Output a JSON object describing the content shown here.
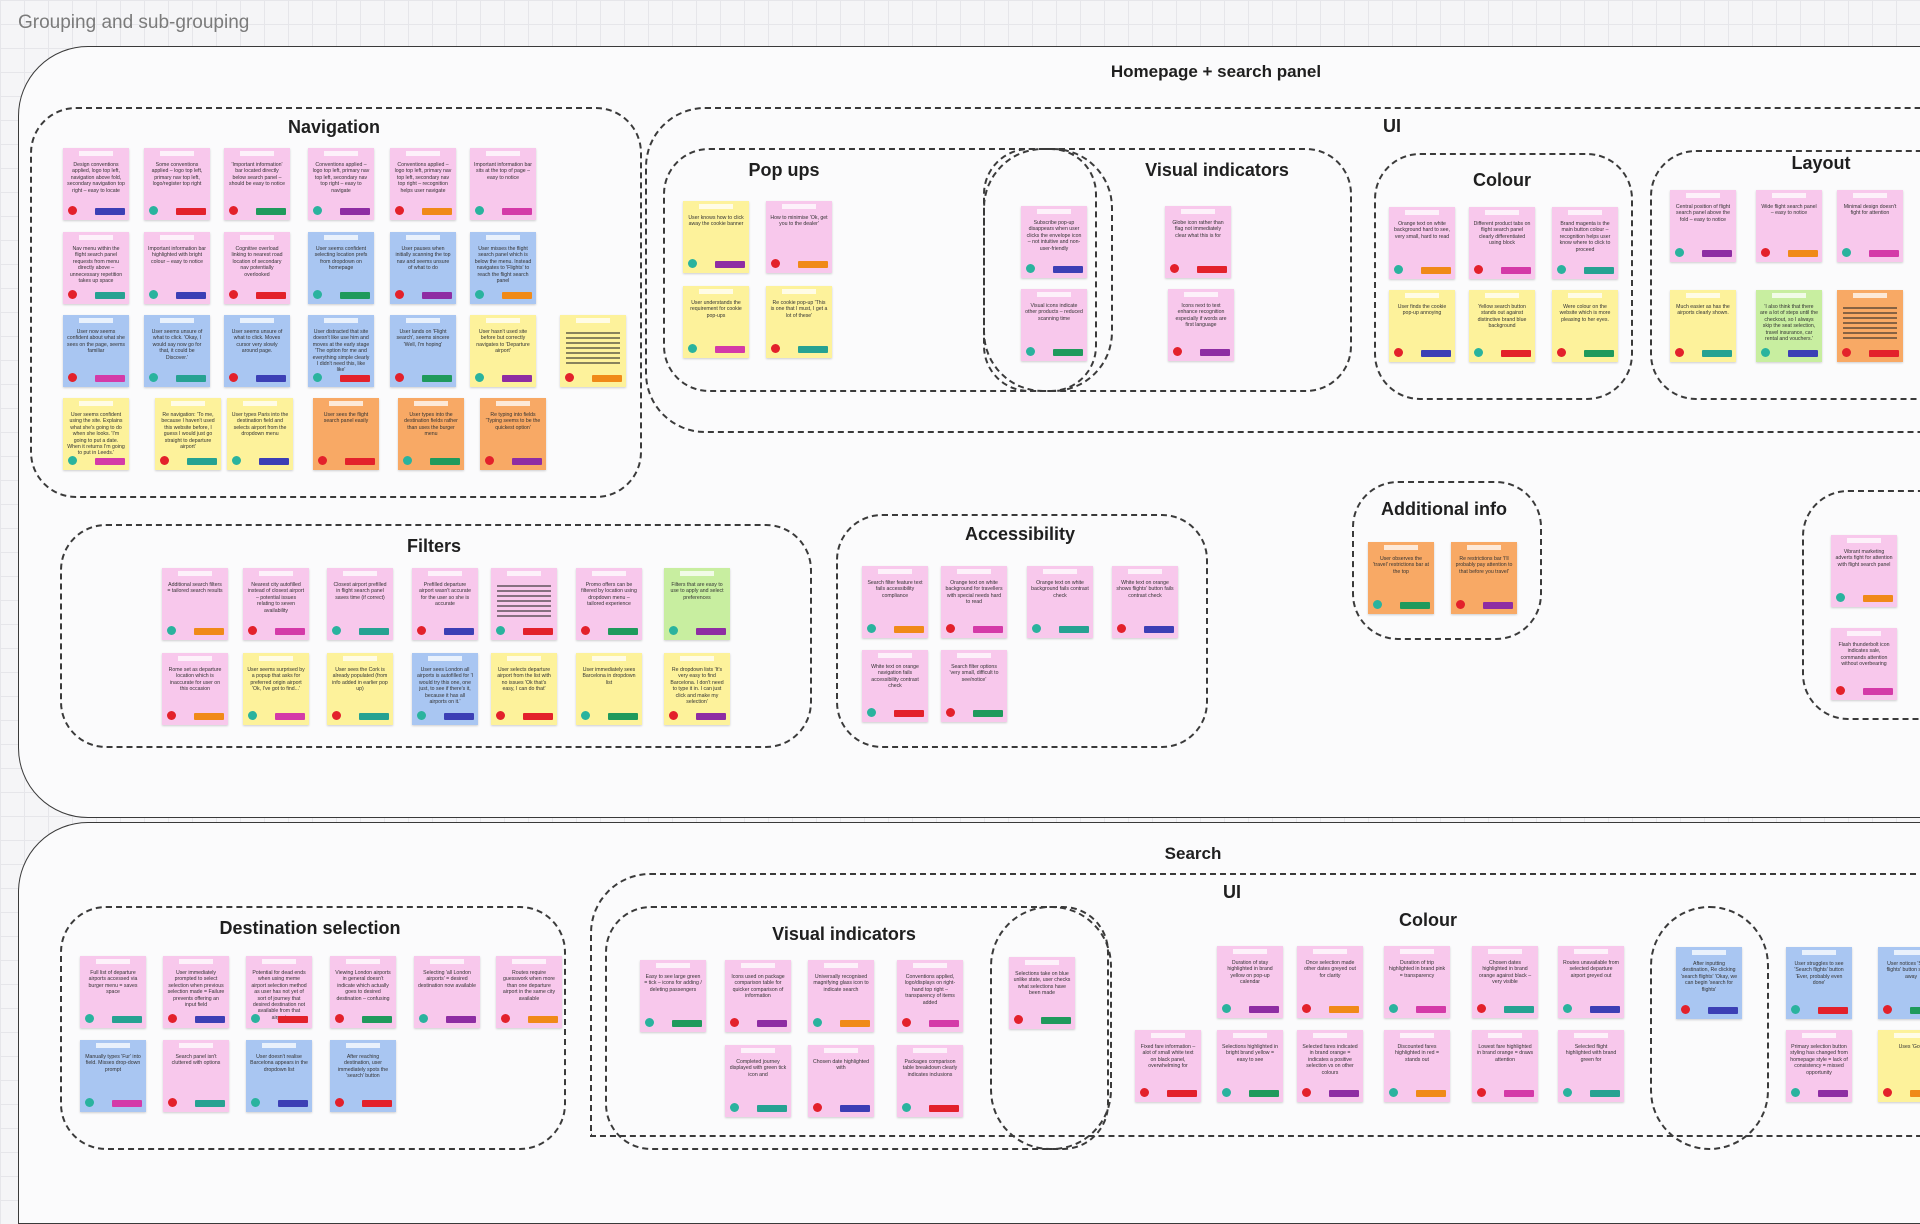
{
  "page": {
    "title": "Grouping and sub-grouping"
  },
  "sections": {
    "homepage": {
      "title": "Homepage + search panel",
      "navigation": "Navigation",
      "ui": "UI",
      "popups": "Pop ups",
      "visual_indicators": "Visual indicators",
      "colour": "Colour",
      "layout": "Layout",
      "filters": "Filters",
      "accessibility": "Accessibility",
      "additional_info": "Additional info"
    },
    "search": {
      "title": "Search",
      "ui": "UI",
      "destination_selection": "Destination selection",
      "visual_indicators": "Visual indicators",
      "colour": "Colour"
    }
  },
  "notes": {
    "nav": [
      {
        "color": "pink",
        "text": "Design conventions applied, logo top left, navigation above fold, secondary navigation top right – easy to locate"
      },
      {
        "color": "pink",
        "text": "Some conventions applied – logo top left, primary nav top left, logo/register top right"
      },
      {
        "color": "pink",
        "text": "'Important information' bar located directly below search panel – should be easy to notice"
      },
      {
        "color": "pink",
        "text": "Conventions applied – logo top left, primary nav top left, secondary nav top right – easy to navigate"
      },
      {
        "color": "pink",
        "text": "Conventions applied – logo top left, primary nav top left, secondary nav top right – recognition helps user navigate"
      },
      {
        "color": "pink",
        "text": "Important information bar sits at the top of page – easy to notice"
      },
      {
        "color": "pink",
        "text": "Nav menu within the flight search panel requests from menu directly above – unnecessary repetition takes up space"
      },
      {
        "color": "pink",
        "text": "Important information bar highlighted with bright colour – easy to notice"
      },
      {
        "color": "pink",
        "text": "Cognitive overload linking to nearest road location of secondary nav potentially overlooked"
      },
      {
        "color": "blue",
        "text": "User seems confident selecting location prefs from dropdown on homepage"
      },
      {
        "color": "blue",
        "text": "User pauses when initially scanning the top nav and seems unsure of what to do"
      },
      {
        "color": "blue",
        "text": "User misses the flight search panel which is below the menu. Instead navigates to 'Flights' to reach the flight search panel"
      },
      {
        "color": "blue",
        "text": "User now seems confident about what she sees on the page, seems familiar"
      },
      {
        "color": "blue",
        "text": "User seems unsure of what to click. 'Okay, I would say now go for that, it could be Discover.'"
      },
      {
        "color": "blue",
        "text": "User seems unsure of what to click. Moves cursor very slowly around page."
      },
      {
        "color": "blue",
        "text": "User distracted that site doesn't like use him and moves at the early stage 'The option for me and everything simple clearly I didn't need this, like like'"
      },
      {
        "color": "blue",
        "text": "User lands on 'Flight search', seems sincere 'Well, I'm hoping'"
      },
      {
        "color": "yellow",
        "text": "User hasn't used site before but correctly navigates to 'Departure airport'"
      },
      {
        "color": "yellow",
        "text": ""
      },
      {
        "color": "yellow",
        "text": "User seems confident using the site. Explains what she's going to do when she looks. 'I'm going to put a date. When it returns I'm going to put in Leeds.'"
      },
      {
        "color": "yellow",
        "text": "Re navigation: 'To me, because I haven't used this website before, I guess I would just go straight to departure airport'"
      },
      {
        "color": "yellow",
        "text": "User types Paris into the destination field and selects airport from the dropdown menu"
      },
      {
        "color": "orange",
        "text": "User sees the flight search panel easily"
      },
      {
        "color": "orange",
        "text": "User types into the destination fields rather than uses the burger menu"
      },
      {
        "color": "orange",
        "text": "Re typing into fields 'Typing seems to be the quickest option'"
      }
    ],
    "filters": [
      {
        "color": "pink",
        "text": "Additional search filters = tailored search results"
      },
      {
        "color": "pink",
        "text": "Nearest city autofilled instead of closest airport – potential issues relating to seven availability"
      },
      {
        "color": "pink",
        "text": "Closest airport prefilled in flight search panel saves time (if correct)"
      },
      {
        "color": "pink",
        "text": "Prefilled departure airport wasn't accurate for the user so she is accurate"
      },
      {
        "color": "pink",
        "text": ""
      },
      {
        "color": "pink",
        "text": "Promo offers can be filtered by location using dropdown menu – tailored experience"
      },
      {
        "color": "green",
        "text": "Filters that are easy to use to apply and select preferences"
      },
      {
        "color": "pink",
        "text": "Rome set as departure location which is inaccurate for user on this occasion"
      },
      {
        "color": "yellow",
        "text": "User seems surprised by a popup that asks for preferred origin airport 'Ok, I've got to find...'"
      },
      {
        "color": "yellow",
        "text": "User sees the Cork is already populated (from info added in earlier pop up)"
      },
      {
        "color": "blue",
        "text": "User sees London all airports is autofilled for 'I would try this one, one just, to see if there's it, because it has all airports on it.'"
      },
      {
        "color": "yellow",
        "text": "User selects departure airport from the list with no issues 'Ok that's easy, I can do that'"
      },
      {
        "color": "yellow",
        "text": "User immediately sees Barcelona in dropdown list"
      },
      {
        "color": "yellow",
        "text": "Re dropdown lists 'It's very easy to find Barcelona. I don't need to type it in. I can just click and make my selection'"
      }
    ],
    "access": [
      {
        "color": "pink",
        "text": "Search filter feature text fails accessibility compliance"
      },
      {
        "color": "pink",
        "text": "Orange text on white background for travellers with special needs hard to read"
      },
      {
        "color": "pink",
        "text": "Orange text on white background fails contrast check"
      },
      {
        "color": "pink",
        "text": "White text on orange shows flights' button fails contrast check"
      },
      {
        "color": "pink",
        "text": "White text on orange navigation fails accessibility contrast check"
      },
      {
        "color": "pink",
        "text": "Search filter options 'very small, difficult to see/notice'"
      }
    ],
    "popups": [
      {
        "color": "yellow",
        "text": "User knows how to click away the cookie banner"
      },
      {
        "color": "pink",
        "text": "How to minimise 'Ok, get you to the dealer'"
      },
      {
        "color": "yellow",
        "text": "User understands the requirement for cookie pop-ups"
      },
      {
        "color": "yellow",
        "text": "Re cookie pop-up 'This is one that I must, I get a lot of these'"
      }
    ],
    "vis": [
      {
        "color": "pink",
        "text": "Subscribe pop-up disappears when user clicks the envelope icon – not intuitive and non-user-friendly"
      },
      {
        "color": "pink",
        "text": "Globe icon rather than flag not immediately clear what this is for"
      },
      {
        "color": "pink",
        "text": "Visual icons indicate other products – reduced scanning time"
      },
      {
        "color": "pink",
        "text": "Icons next to text enhance recognition especially if words are first language"
      }
    ],
    "colour": [
      {
        "color": "pink",
        "text": "Orange text on white background hard to see, very small, hard to read"
      },
      {
        "color": "pink",
        "text": "Different product tabs on flight search panel clearly differentiated using block"
      },
      {
        "color": "pink",
        "text": "Brand magenta is the main button colour – recognition helps user know where to click to proceed"
      },
      {
        "color": "yellow",
        "text": "User finds the cookie pop-up annoying"
      },
      {
        "color": "yellow",
        "text": "Yellow search button stands out against distinctive brand blue background"
      },
      {
        "color": "yellow",
        "text": "Were colour on the website which is more pleasing to her eyes."
      }
    ],
    "layout": [
      {
        "color": "pink",
        "text": "Central position of flight search panel above the fold – easy to notice"
      },
      {
        "color": "pink",
        "text": "Wide flight search panel – easy to notice"
      },
      {
        "color": "pink",
        "text": "Minimal design doesn't fight for attention"
      },
      {
        "color": "yellow",
        "text": "Much easier as has the airports clearly shown."
      },
      {
        "color": "green",
        "text": "'I also think that there are a lot of steps until the checkout, so I always skip the seat selection, travel insurance, car rental and vouchers.'"
      },
      {
        "color": "orange",
        "text": ""
      }
    ],
    "addinfo": [
      {
        "color": "orange",
        "text": "User observes the 'travel' restrictions bar at the top"
      },
      {
        "color": "orange",
        "text": "Re restrictions bar 'I'll probably pay attention to that before you travel'"
      }
    ],
    "right": [
      {
        "color": "pink",
        "text": "Vibrant marketing adverts fight for attention with flight search panel"
      },
      {
        "color": "pink",
        "text": "Flash thunderbolt icon indicates sale, commands attention without overbearing"
      }
    ],
    "dest": [
      {
        "color": "pink",
        "text": "Full list of departure airports accessed via burger menu = saves space"
      },
      {
        "color": "pink",
        "text": "User immediately prompted to select selection when previous selection made = Failure prevents offering an input field"
      },
      {
        "color": "pink",
        "text": "Potential for dead ends when using meme airport selection method as user has not yet of sort of journey that desired destination not available from that airport"
      },
      {
        "color": "pink",
        "text": "Viewing London airports in general doesn't indicate which actually goes to desired destination – confusing"
      },
      {
        "color": "pink",
        "text": "Selecting 'all London airports' = desired destination now available"
      },
      {
        "color": "pink",
        "text": "Routes require guesswork when more than one departure airport in the same city available"
      },
      {
        "color": "blue",
        "text": "Manually types 'Fur' into field. Misses drop-down prompt"
      },
      {
        "color": "pink",
        "text": "Search panel isn't cluttered with options"
      },
      {
        "color": "blue",
        "text": "User doesn't realise Barcelona appears in the dropdown list"
      },
      {
        "color": "blue",
        "text": "After reaching destination, user immediately spots the 'search' button"
      }
    ],
    "svis": [
      {
        "color": "pink",
        "text": "Easy to see large green = tick – icons for adding / deleting passengers"
      },
      {
        "color": "pink",
        "text": "Icons used on package comparison table for quicker comparison of information"
      },
      {
        "color": "pink",
        "text": "Universally recognised magnifying glass icon to indicate search"
      },
      {
        "color": "pink",
        "text": "Conventions applied, logo/displays on right-hand top right – transparency of items added"
      },
      {
        "color": "pink",
        "text": "Completed journey displayed with green tick icon and"
      },
      {
        "color": "pink",
        "text": "Chosen date highlighted with"
      },
      {
        "color": "pink",
        "text": "Packages comparison table breakdown clearly indicates inclusions"
      },
      {
        "color": "pink",
        "text": "Selections take on blue unlike state, user checks what selections have been made"
      }
    ],
    "scolour": [
      {
        "color": "pink",
        "text": "Duration of stay highlighted in brand yellow on pop-up calendar"
      },
      {
        "color": "pink",
        "text": "Once selection made other dates greyed out for clarity"
      },
      {
        "color": "pink",
        "text": "Duration of trip highlighted in brand pink = transparency"
      },
      {
        "color": "pink",
        "text": "Chosen dates highlighted in brand orange against black – very visible"
      },
      {
        "color": "pink",
        "text": "Routes unavailable from selected departure airport greyed out"
      },
      {
        "color": "pink",
        "text": "Fixed fare information – alot of small white text on black panel, overwhelming for"
      },
      {
        "color": "pink",
        "text": "Selections highlighted in bright brand yellow = easy to see"
      },
      {
        "color": "pink",
        "text": "Selected fares indicated in brand orange = indicates a positive selection vs on other colours"
      },
      {
        "color": "pink",
        "text": "Discounted fares highlighted in red = stands out"
      },
      {
        "color": "pink",
        "text": "Lowest fare highlighted in brand orange = draws attention"
      },
      {
        "color": "pink",
        "text": "Selected flight highlighted with brand green for"
      }
    ],
    "sright": [
      {
        "color": "blue",
        "text": "After inputting destination, Re clicking 'search flights' 'Okay, we can begin 'search for flights'"
      },
      {
        "color": "blue",
        "text": "User struggles to see 'Search flights' button 'Ever, probably even done'"
      },
      {
        "color": "blue",
        "text": "User notices 'Search flights' button straight away"
      },
      {
        "color": "pink",
        "text": "Primary selection button styling has changed from homepage style = lack of consistency = missed opportunity"
      },
      {
        "color": "yellow",
        "text": "Uses 'Gov'"
      }
    ]
  }
}
